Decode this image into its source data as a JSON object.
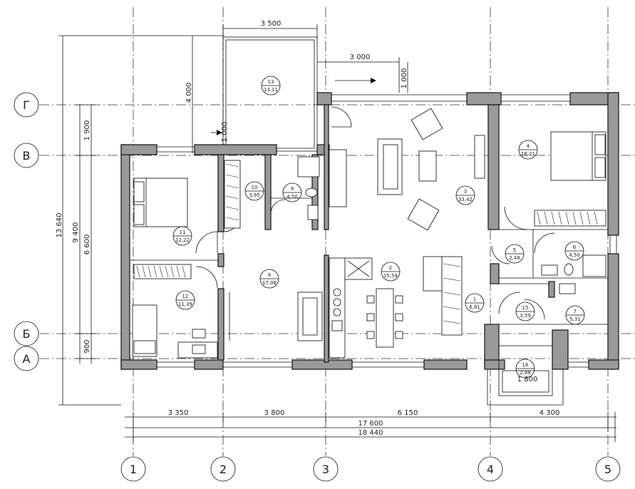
{
  "axes": {
    "vertical": [
      "1",
      "2",
      "3",
      "4",
      "5"
    ],
    "horizontal": [
      "Г",
      "В",
      "Б",
      "А"
    ]
  },
  "dimensions": {
    "bottom": [
      "3 350",
      "3 800",
      "6 150",
      "4 300",
      "17 600",
      "18 440"
    ],
    "top": [
      "3 500",
      "3 000"
    ],
    "left": [
      "13 640",
      "9 400",
      "6 600",
      "1 900",
      "900"
    ],
    "misc": [
      "4 000",
      "1 000",
      "1 000",
      "1 800"
    ]
  },
  "rooms": [
    {
      "num": "1",
      "area": "6,81"
    },
    {
      "num": "2",
      "area": "15,54"
    },
    {
      "num": "3",
      "area": "33,42"
    },
    {
      "num": "4",
      "area": "18,21"
    },
    {
      "num": "5",
      "area": "2,48"
    },
    {
      "num": "6",
      "area": "4,50"
    },
    {
      "num": "7",
      "area": "5,31"
    },
    {
      "num": "8",
      "area": "17,08"
    },
    {
      "num": "9",
      "area": "4,50"
    },
    {
      "num": "10",
      "area": "3,95"
    },
    {
      "num": "11",
      "area": "12,22"
    },
    {
      "num": "12",
      "area": "11,39"
    },
    {
      "num": "13",
      "area": "13,11"
    },
    {
      "num": "15",
      "area": "3,59"
    },
    {
      "num": "16",
      "area": "2,88"
    }
  ]
}
